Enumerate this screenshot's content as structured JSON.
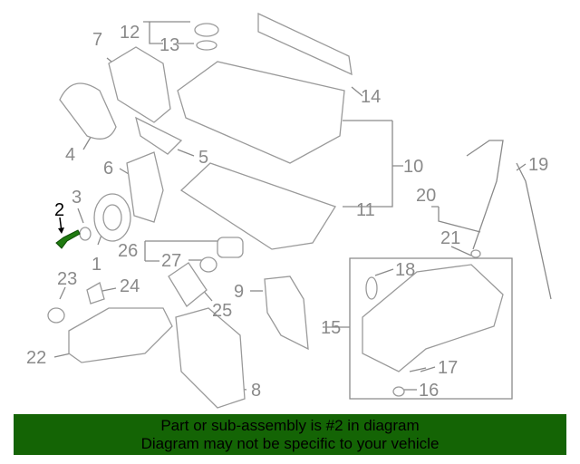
{
  "diagram": {
    "highlight_color": "#146405",
    "selected_part": "2",
    "callouts": [
      "1",
      "2",
      "3",
      "4",
      "5",
      "6",
      "7",
      "8",
      "9",
      "10",
      "11",
      "12",
      "13",
      "14",
      "15",
      "16",
      "17",
      "18",
      "19",
      "20",
      "21",
      "22",
      "23",
      "24",
      "25",
      "26",
      "27"
    ]
  },
  "banner": {
    "line1": "Part or sub-assembly is #2 in diagram",
    "line2": "Diagram may not be specific to your vehicle"
  }
}
